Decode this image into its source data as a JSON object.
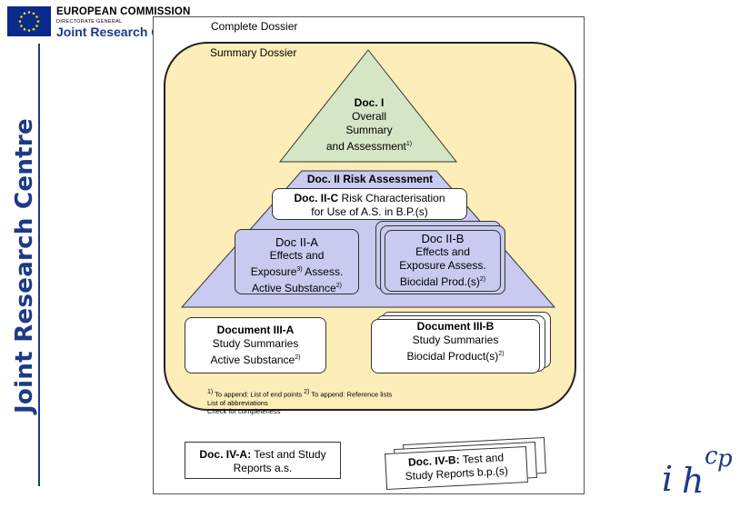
{
  "logo": {
    "line1": "EUROPEAN COMMISSION",
    "line2": "DIRECTORATE GENERAL",
    "line3": "Joint Research Centre"
  },
  "side_title": "Joint Research Centre",
  "complete_label": "Complete Dossier",
  "summary_label": "Summary Dossier",
  "doc1": {
    "title": "Doc. I",
    "line1": "Overall",
    "line2": "Summary",
    "line3": "and Assessment",
    "sup": "1)"
  },
  "doc2": {
    "title": "Doc. II Risk Assessment"
  },
  "doc2c": {
    "bold": "Doc. II-C",
    "rest": " Risk Characterisation",
    "line2": "for Use of A.S. in B.P.(s)"
  },
  "doc2a": {
    "title": "Doc II-A",
    "line1": "Effects and",
    "line2a": "Exposure",
    "sup3": "3)",
    "line2b": " Assess.",
    "line3": "Active Substance",
    "sup2": "2)"
  },
  "doc2b": {
    "title": "Doc II-B",
    "line1": "Effects and",
    "line2": "Exposure Assess.",
    "line3": "Biocidal Prod.(s)",
    "sup2": "2)"
  },
  "doc3a": {
    "title": "Document III-A",
    "line1": "Study Summaries",
    "line2": "Active Substance",
    "sup2": "2)"
  },
  "doc3b": {
    "title": "Document III-B",
    "line1": "Study Summaries",
    "line2": "Biocidal Product(s)",
    "sup2": "2)"
  },
  "footnote": {
    "sup1": "1)",
    "text1": " To append: List of end points ",
    "sup2": "2)",
    "text2": " To append: Reference lists",
    "line2": "List of abbreviations",
    "line3": "Check for completeness"
  },
  "doc4a": {
    "bold": "Doc. IV-A:",
    "rest": " Test and Study",
    "line2": "Reports a.s."
  },
  "doc4b": {
    "bold": "Doc. IV-B:",
    "rest": " Test and",
    "line2": "Study Reports b.p.(s)"
  },
  "ihcp": {
    "i": "i",
    "h": "h",
    "c": "c",
    "p": "p"
  },
  "colors": {
    "cream": "#fdedb8",
    "triangle_green": "#d5e6c6",
    "triangle_lavender": "#c9caf0",
    "brand_blue": "#1c3a86"
  }
}
